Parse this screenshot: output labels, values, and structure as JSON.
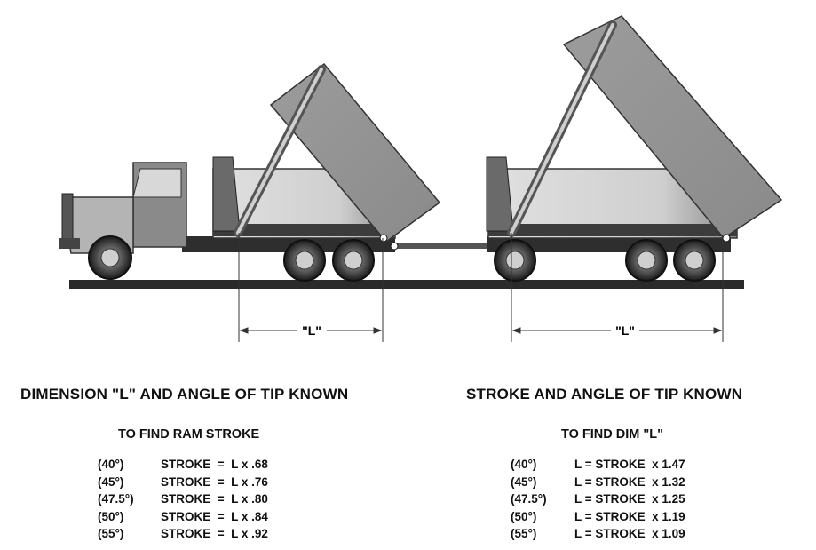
{
  "left_panel": {
    "dimension_label": "\"L\"",
    "heading": "DIMENSION \"L\" AND ANGLE OF TIP KNOWN",
    "subheading": "TO FIND RAM STROKE",
    "rows": [
      {
        "angle": "(40°)",
        "formula": "STROKE  =  L x .68"
      },
      {
        "angle": "(45°)",
        "formula": "STROKE  =  L x .76"
      },
      {
        "angle": "(47.5°)",
        "formula": "STROKE  =  L x .80"
      },
      {
        "angle": "(50°)",
        "formula": "STROKE  =  L x .84"
      },
      {
        "angle": "(55°)",
        "formula": "STROKE  =  L x .92"
      }
    ]
  },
  "right_panel": {
    "dimension_label": "\"L\"",
    "heading": "STROKE AND ANGLE OF TIP KNOWN",
    "subheading": "TO FIND DIM \"L\"",
    "rows": [
      {
        "angle": "(40°)",
        "formula": "L = STROKE  x 1.47"
      },
      {
        "angle": "(45°)",
        "formula": "L = STROKE  x 1.32"
      },
      {
        "angle": "(47.5°)",
        "formula": "L = STROKE  x 1.25"
      },
      {
        "angle": "(50°)",
        "formula": "L = STROKE  x 1.19"
      },
      {
        "angle": "(55°)",
        "formula": "L = STROKE  x 1.09"
      }
    ]
  },
  "colors": {
    "body_dark": "#3c3c3c",
    "body_mid": "#8a8a8a",
    "body_light": "#c8c8c8",
    "bed_fill": "#b0b0b0",
    "ground": "#2a2a2a"
  }
}
